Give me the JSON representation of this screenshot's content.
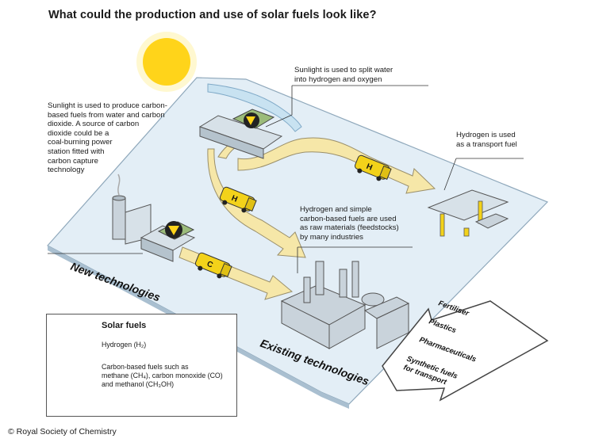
{
  "title": "What could the production and use of solar fuels look like?",
  "annotations": {
    "carbon_fuels": "Sunlight is used to produce carbon-\nbased fuels from water and carbon\ndioxide. A source of carbon\ndioxide could be a\ncoal-burning power\nstation fitted with\ncarbon capture\ntechnology",
    "split_water": "Sunlight is used to split water\ninto hydrogen and oxygen",
    "hydrogen_transport": "Hydrogen is used\nas a transport fuel",
    "feedstocks": "Hydrogen and simple\ncarbon-based fuels are used\nas raw materials (feedstocks)\nby many industries"
  },
  "section_labels": {
    "new": "New technologies",
    "existing": "Existing technologies"
  },
  "products": [
    "Fertiliser",
    "Plastics",
    "Pharmaceuticals",
    "Synthetic fuels",
    "for transport"
  ],
  "legend": {
    "title": "Solar fuels",
    "hydrogen": "Hydrogen (H₂)",
    "carbon_line1": "Carbon-based fuels such as",
    "carbon_line2": "methane (CH₄), carbon monoxide (CO)",
    "carbon_line3": "and methanol (CH₃OH)"
  },
  "tanker_letters": {
    "hydrogen": "H",
    "carbon": "C"
  },
  "copyright": "© Royal Society of Chemistry",
  "colors": {
    "sun": "#ffd41a",
    "arrow_fill": "#f6e7a8",
    "arrow_stroke": "#9a8f6a",
    "platform": "#e3eef6",
    "platform_edge": "#8fa8bb",
    "tanker": "#f3d21a",
    "building": "#c9d3db"
  }
}
